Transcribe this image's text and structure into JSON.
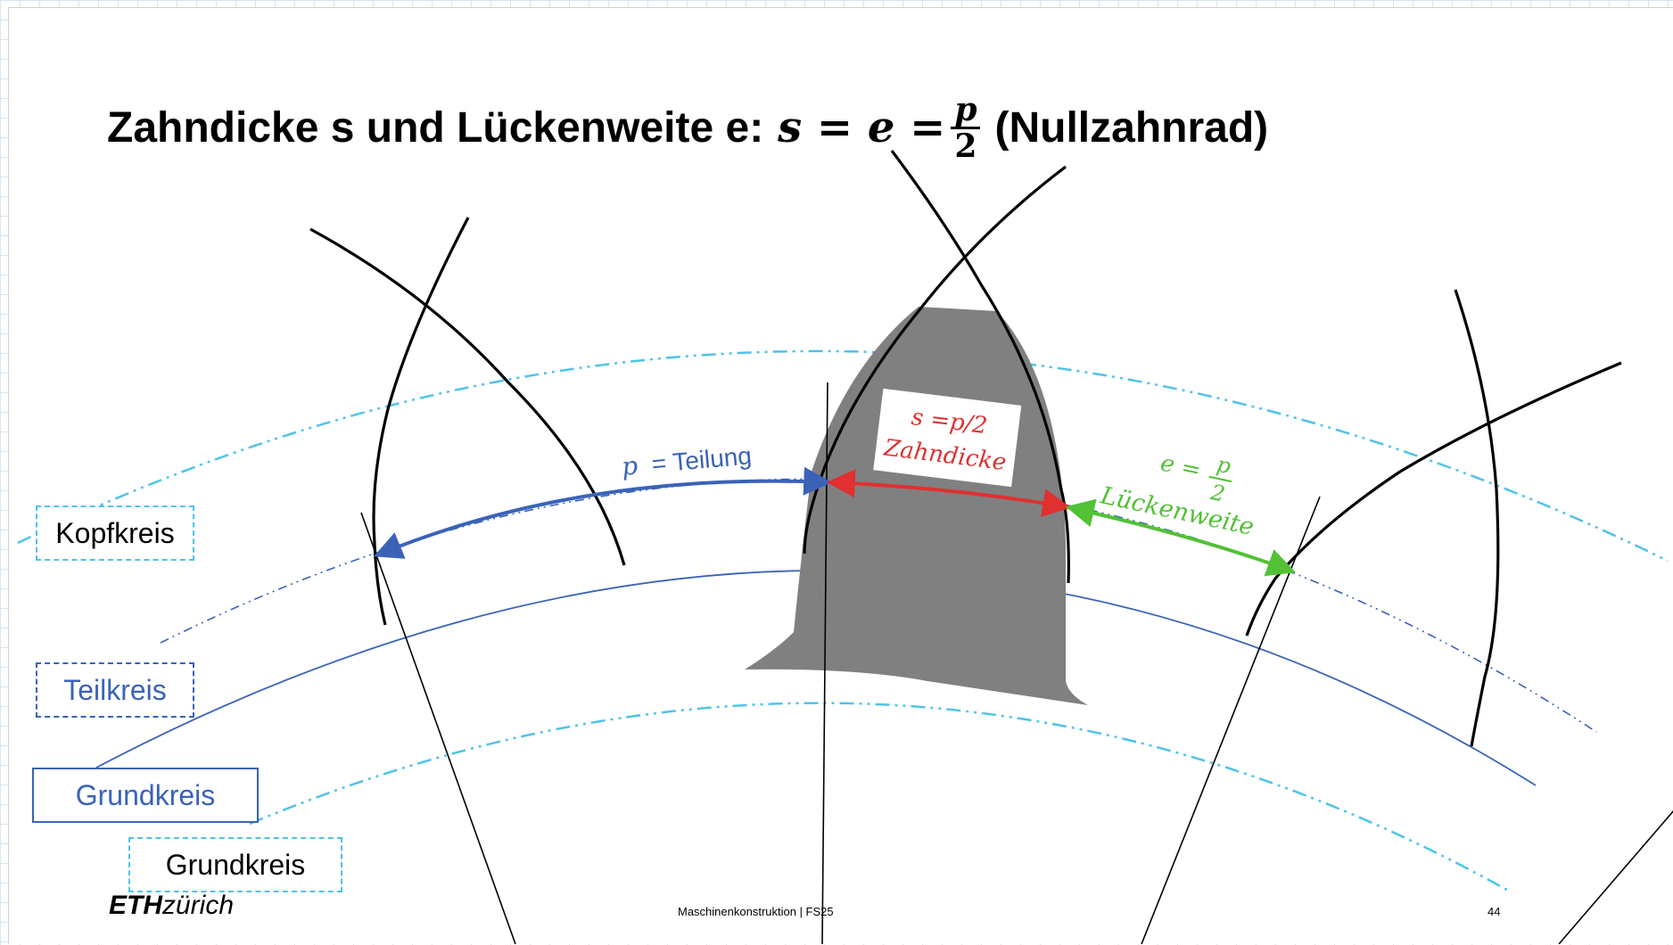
{
  "title": {
    "prefix": "Zahndicke s und Lückenweite e:",
    "formula_lhs": "s = e =",
    "frac_num": "p",
    "frac_den": "2",
    "suffix": "(Nullzahnrad)"
  },
  "labels": {
    "kopfkreis": "Kopfkreis",
    "teilkreis": "Teilkreis",
    "grundkreis_1": "Grundkreis",
    "grundkreis_2": "Grundkreis"
  },
  "annotations": {
    "teilung_symbol": "p",
    "teilung_text": "= Teilung",
    "zahndicke_line1": "s =p/2",
    "zahndicke_line2": "Zahndicke",
    "lueckenweite_lhs": "e =",
    "lueckenweite_num": "p",
    "lueckenweite_den": "2",
    "lueckenweite_text": "Lückenweite"
  },
  "footer": {
    "logo_eth": "ETH",
    "logo_zurich": "zürich",
    "course": "Maschinenkonstruktion | FS25",
    "page": "44"
  },
  "colors": {
    "teilung_blue": "#3a63b8",
    "zahndicke_red": "#e03030",
    "lueckenweite_green": "#52c136",
    "kopfkreis_cyan": "#4fc3e8",
    "tooth_gray": "#808080"
  }
}
